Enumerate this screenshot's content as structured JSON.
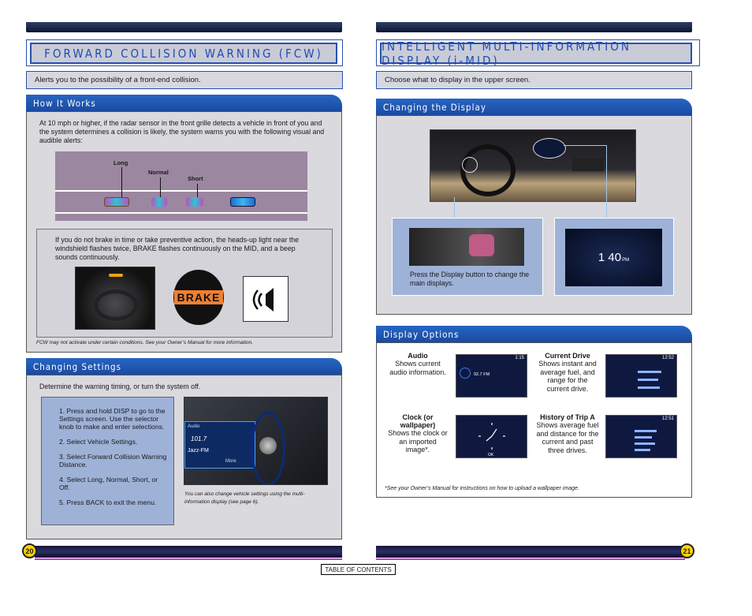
{
  "left": {
    "title": "FORWARD COLLISION WARNING (FCW)",
    "description": "Alerts you to the possibility of a front-end collision.",
    "how_it_works": {
      "heading": "How It Works",
      "intro": "At 10 mph or higher, if the radar sensor in the front grille detects a vehicle in front of you and the system determines a collision is likely, the system warns you with the following visual and audible alerts:",
      "distance_labels": {
        "long": "Long",
        "normal": "Normal",
        "short": "Short"
      },
      "brake_text": "If you do not brake in time or take preventive action, the heads-up light near the windshield flashes twice, BRAKE flashes continuously on the MID, and a beep sounds continuously.",
      "brake_label": "BRAKE",
      "note": "FCW may not activate under certain conditions. See your Owner’s Manual for more information."
    },
    "changing_settings": {
      "heading": "Changing Settings",
      "intro": "Determine the warning timing, or turn the system off.",
      "steps": [
        "1. Press and hold DISP to go to the Settings screen. Use the selector knob to make and enter selections.",
        "2. Select Vehicle Settings.",
        "3. Select Forward Collision Warning Distance.",
        "4. Select Long, Normal, Short, or Off.",
        "5. Press BACK to exit the menu."
      ],
      "note": "You can also change vehicle settings using the multi-information display (see page 6).",
      "screen": {
        "row1": "Audio",
        "row2": "101.7",
        "row3": "Jazz-FM",
        "row4": "More"
      }
    },
    "page_number": "20"
  },
  "right": {
    "title": "INTELLIGENT MULTI-INFORMATION DISPLAY (i-MID)",
    "description": "Choose what to display in the upper screen.",
    "changing_display": {
      "heading": "Changing the Display",
      "caption": "Press the Display button to change the main displays.",
      "clock_main": "1 40",
      "clock_suffix": "PM"
    },
    "display_options": {
      "heading": "Display Options",
      "options": [
        {
          "title": "Audio",
          "desc": "Shows current audio information.",
          "screen_time": "1:15",
          "screen_text": "92.7 FM"
        },
        {
          "title": "Current Drive",
          "desc": "Shows instant and average fuel, and range for the current drive.",
          "screen_time": "12:52"
        },
        {
          "title": "Clock (or wallpaper)",
          "desc": "Shows the clock or an imported image*.",
          "screen_text": "OK"
        },
        {
          "title": "History of Trip A",
          "desc": "Shows average fuel and distance for the current and past three drives.",
          "screen_time": "12:51"
        }
      ],
      "note": "*See your Owner’s Manual for instructions on how to upload a wallpaper image."
    },
    "page_number": "21"
  },
  "toc_link": "TABLE OF CONTENTS",
  "colors": {
    "accent": "#1f4cb5",
    "header_blue": "#2666c4",
    "page_badge": "#ffd400",
    "panel_bg": "#d9d9de",
    "magenta_line": "#c23ad0"
  }
}
